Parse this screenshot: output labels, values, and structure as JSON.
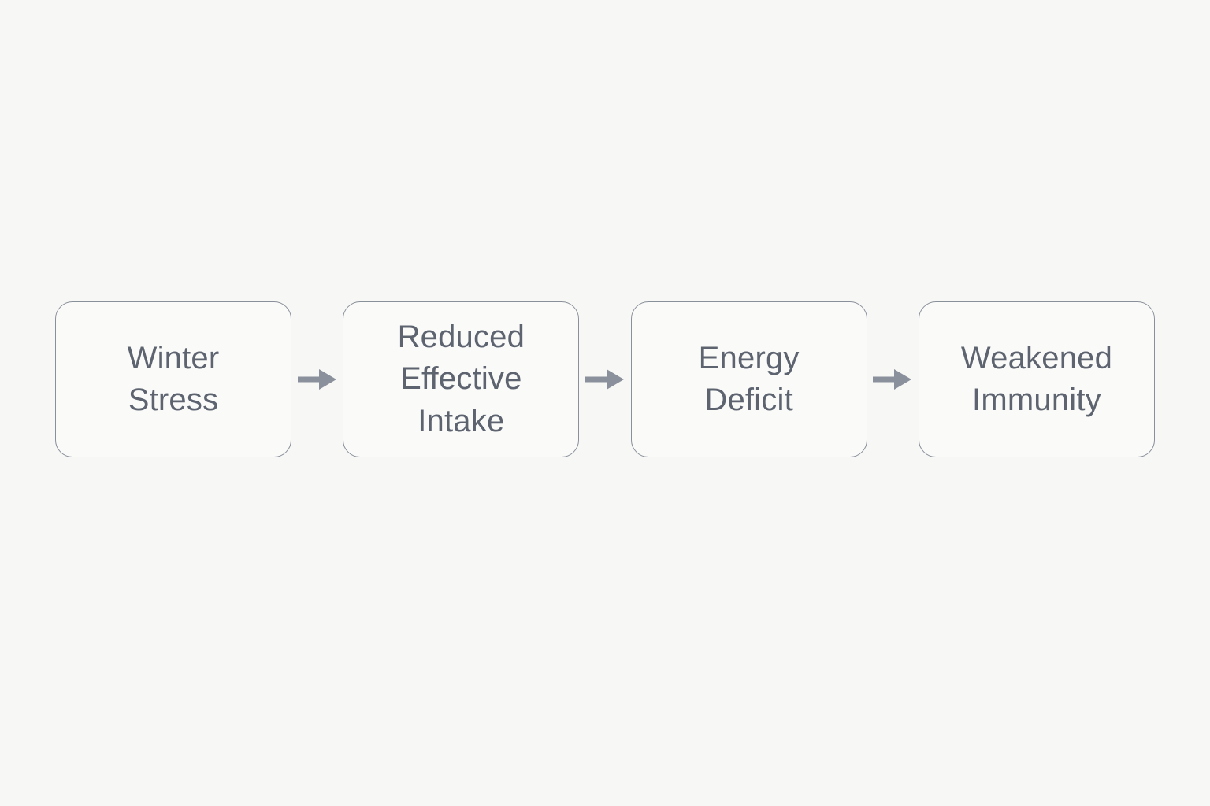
{
  "diagram": {
    "type": "flowchart",
    "direction": "left-to-right",
    "colors": {
      "background": "#f7f7f5",
      "box_fill": "#fafaf9",
      "box_border": "#8a909a",
      "text": "#5d6470",
      "arrow": "#8a919c"
    },
    "nodes": [
      {
        "id": "winter-stress",
        "label": "Winter Stress"
      },
      {
        "id": "reduced-effective-intake",
        "label": "Reduced Effective Intake"
      },
      {
        "id": "energy-deficit",
        "label": "Energy Deficit"
      },
      {
        "id": "weakened-immunity",
        "label": "Weakened Immunity"
      }
    ],
    "edges": [
      {
        "from": "winter-stress",
        "to": "reduced-effective-intake"
      },
      {
        "from": "reduced-effective-intake",
        "to": "energy-deficit"
      },
      {
        "from": "energy-deficit",
        "to": "weakened-immunity"
      }
    ]
  }
}
